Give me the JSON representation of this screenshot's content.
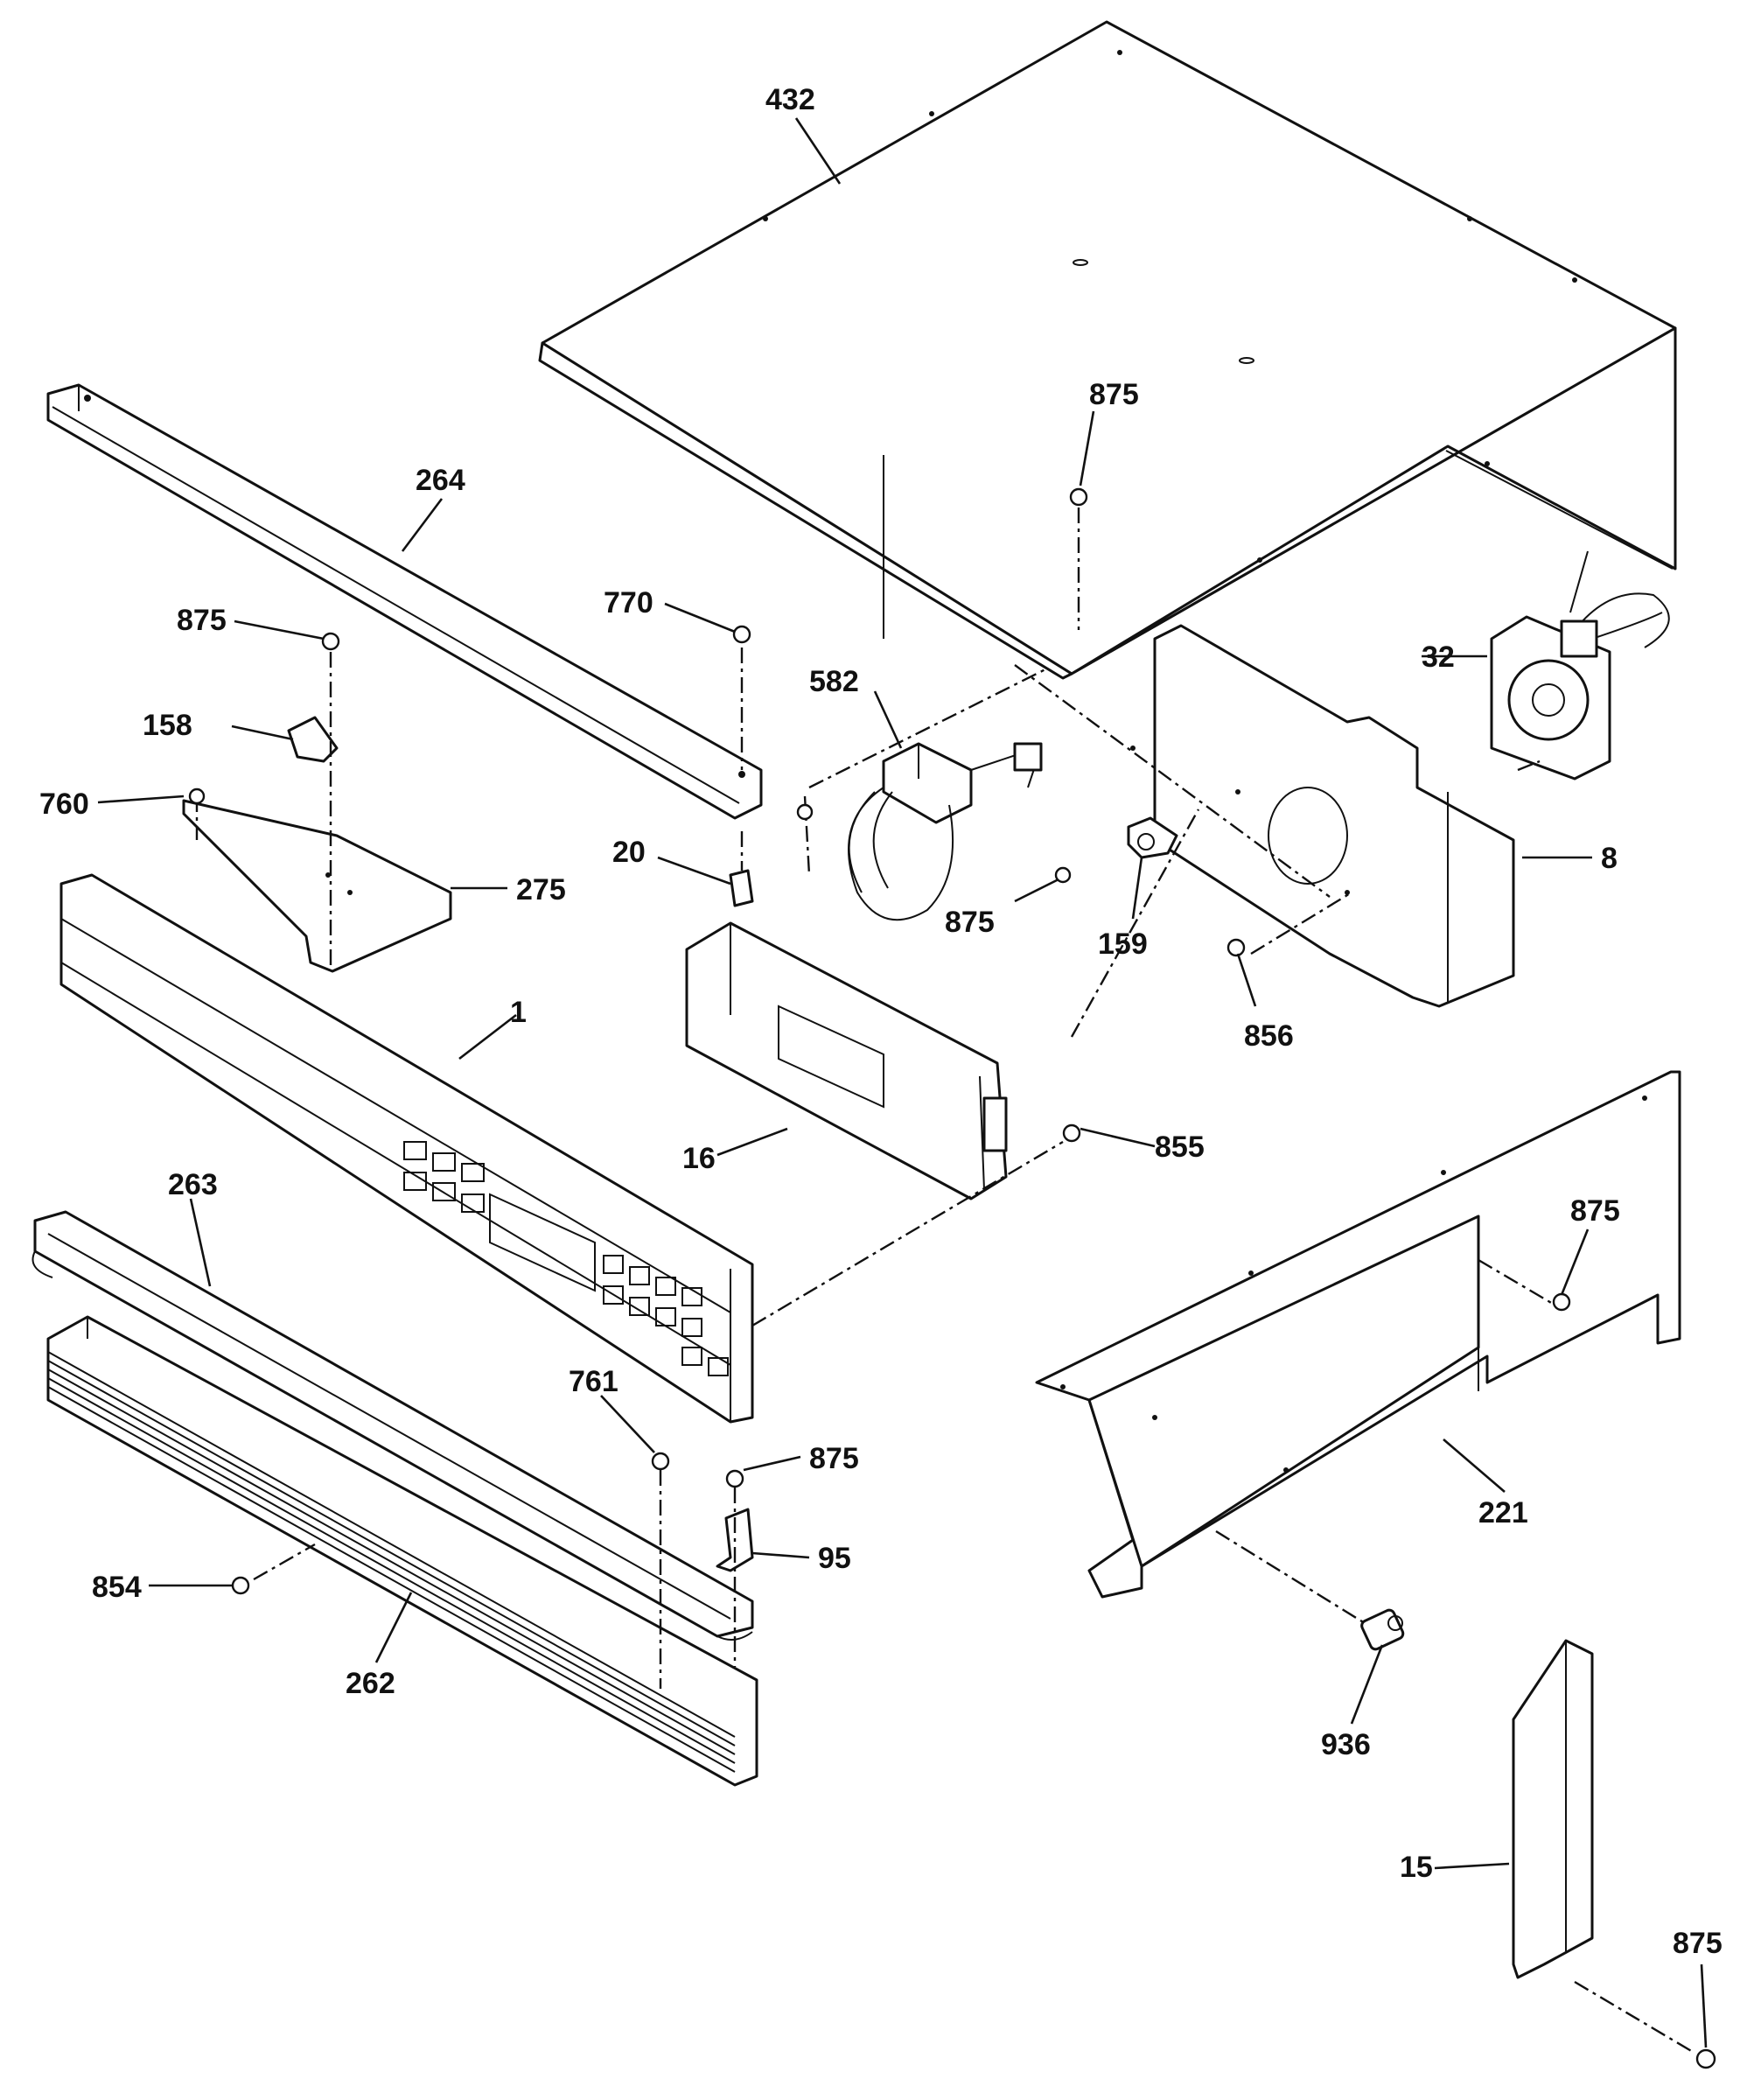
{
  "diagram": {
    "labels": {
      "p432": "432",
      "p875_top": "875",
      "p264": "264",
      "p770": "770",
      "p875_left": "875",
      "p158": "158",
      "p760": "760",
      "p275": "275",
      "p20": "20",
      "p582": "582",
      "p32": "32",
      "p8": "8",
      "p875_mid": "875",
      "p159": "159",
      "p856": "856",
      "p1": "1",
      "p16": "16",
      "p855": "855",
      "p263": "263",
      "p875_right": "875",
      "p221": "221",
      "p761": "761",
      "p875_low": "875",
      "p95": "95",
      "p854": "854",
      "p262": "262",
      "p936": "936",
      "p15": "15",
      "p875_bottom": "875"
    }
  }
}
